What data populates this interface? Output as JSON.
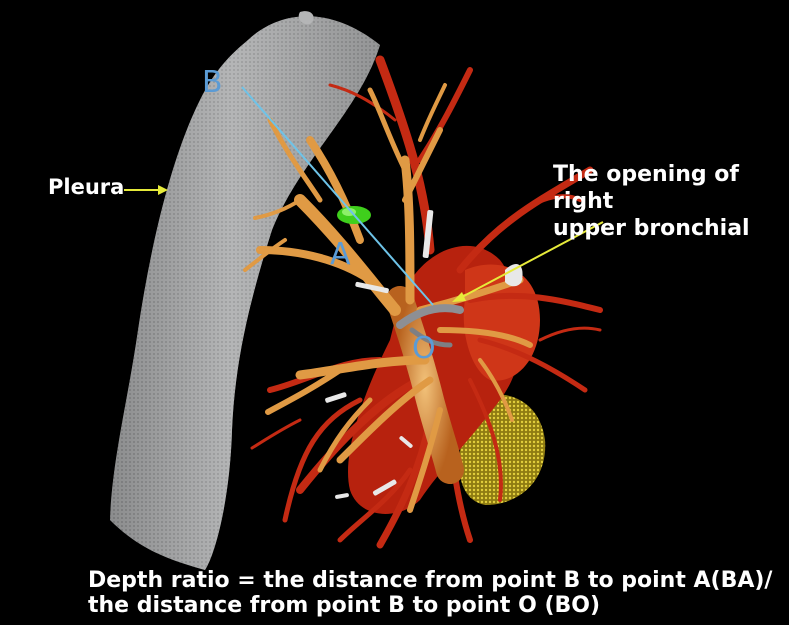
{
  "labels": {
    "b": "B",
    "a": "A",
    "o": "O",
    "pleura": "Pleura",
    "opening_line1": "The opening of right",
    "opening_line2": "upper bronchial"
  },
  "caption": {
    "line1": "Depth ratio = the distance from point B to point A(BA)/",
    "line2": "the distance from point B to point O (BO)"
  },
  "colors": {
    "background": "#000000",
    "point_label": "#5b9bd5",
    "measure_line": "#6ec3e8",
    "annotation_text": "#ffffff",
    "pointer_arrow": "#e6ea3a",
    "pleura": "#b9babb",
    "pulmonary_artery": "#c92a12",
    "airway": "#e8a048",
    "lymph_region": "#c8b632",
    "nodule": "#44d01e"
  }
}
